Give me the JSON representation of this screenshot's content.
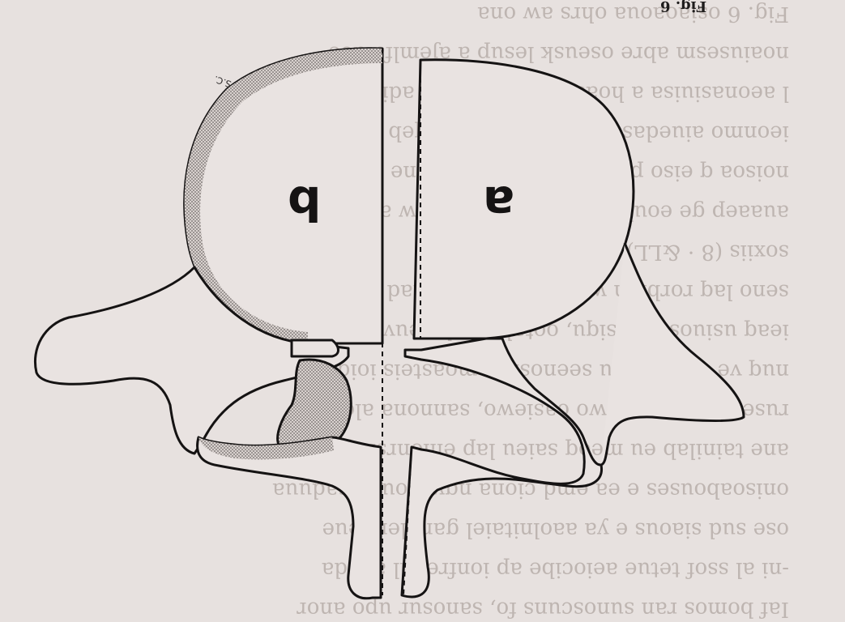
{
  "page": {
    "caption": "Fig. 6",
    "background_color": "#e7e1df",
    "ink_color": "#151313",
    "stipple_color": "#7d7675"
  },
  "figure": {
    "label_a": "a",
    "label_b": "b",
    "signature": "S.C."
  },
  "ghost_text_lines": [
    "Iaf bomos ran sunoscuns fo, sanosur upo anor",
    "-ni al ssof tetue aeiocibe ap ionfreiml aboda",
    "ose sud siaous e ya aaolnitaiel ganolendeue",
    "onisoabouses e ea emd ciona nqwe oup esaduua",
    "ane tainilab eu meoq saieu lap enionrsisqalim",
    "ruseaat udo eosawo oasiewo, sannona aloi",
    "nuq ve oasbriae u seenosroe moasteis ioiquo",
    "ieaq usiuosoip esiqu, ootalerac leveuv omaide",
    "seno laq rorbiim weam ampo tsodhad ame",
    "soxiis (8 ·  &LL) auoex",
    "auaaep ge eouboonilitn smhloi kaqw abur",
    "noisoa q eiso pap e wuo eoaiibuts ine",
    "ieonmo aiuedasenn aoue wo ei mlqeb os",
    "l aeonasiuisa  a hoaaubaeuo a usas  adipaba",
    "noaiusesm  abre oseusk lesup a ajemlfalaee",
    "Fig. 6  osiaoaoua  ohrs aw ona"
  ]
}
